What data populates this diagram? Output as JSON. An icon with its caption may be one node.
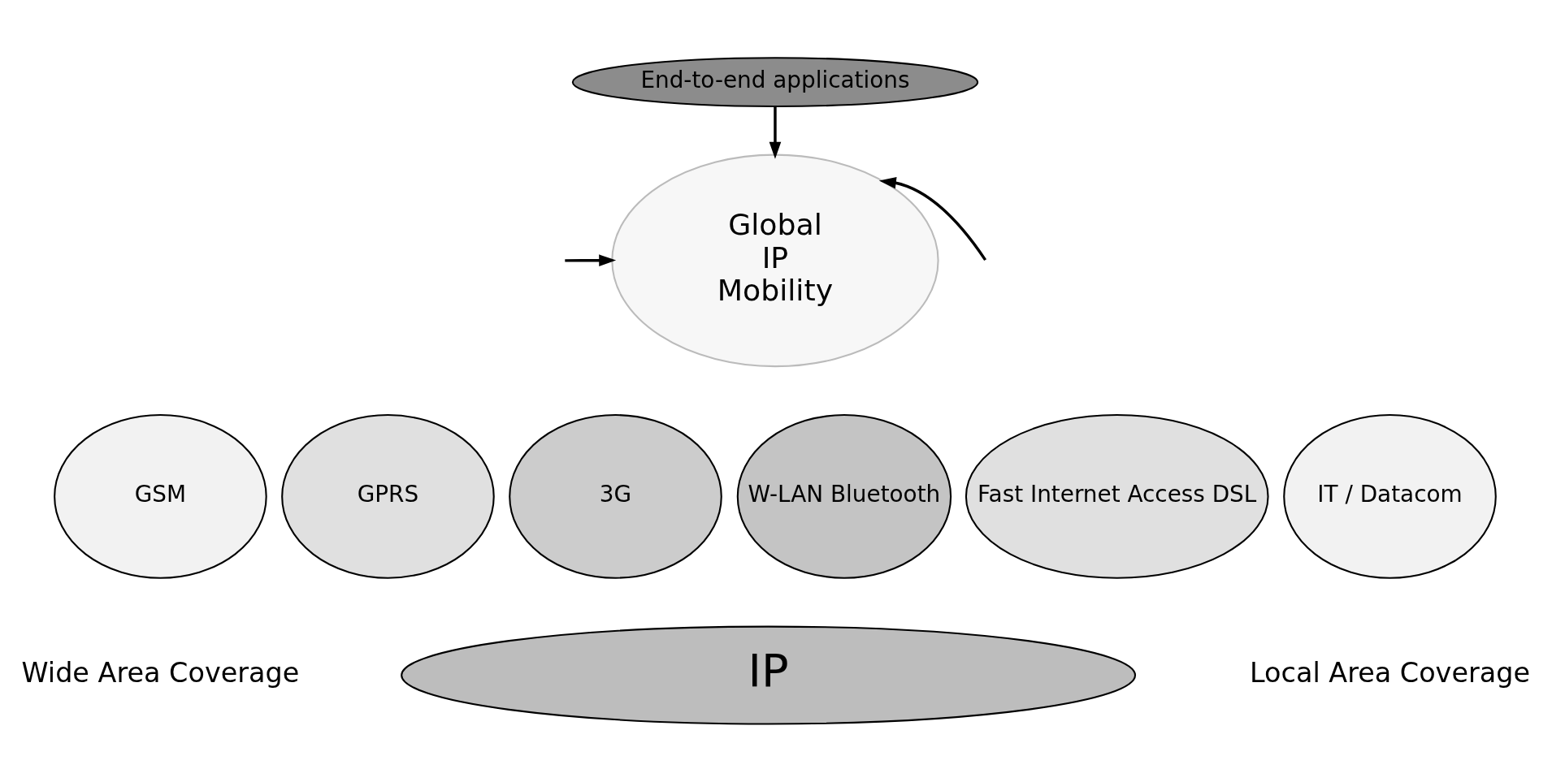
{
  "diagram": {
    "nodes": [
      {
        "text": [
          "End-to-end applications"
        ]
      },
      {
        "text": [
          "Global IP Mobility"
        ]
      },
      {
        "text": [
          "GSM"
        ]
      },
      {
        "text": [
          "GPRS"
        ]
      },
      {
        "text": [
          "3G"
        ]
      },
      {
        "text": [
          "W-LAN Bluetooth"
        ]
      },
      {
        "text": [
          "Fast Internet Access DSL"
        ]
      },
      {
        "text": [
          "IT / Datacom"
        ]
      },
      {
        "text": [
          "IP"
        ]
      }
    ],
    "edges": [
      {
        "from": 0,
        "to": 1,
        "arrow": "to"
      },
      {
        "from": null,
        "to": 1,
        "arrow": "to"
      },
      {
        "from": null,
        "to": 1,
        "arrow": "to"
      }
    ],
    "labels": [
      "Wide Area Coverage",
      "Local Area Coverage"
    ]
  }
}
